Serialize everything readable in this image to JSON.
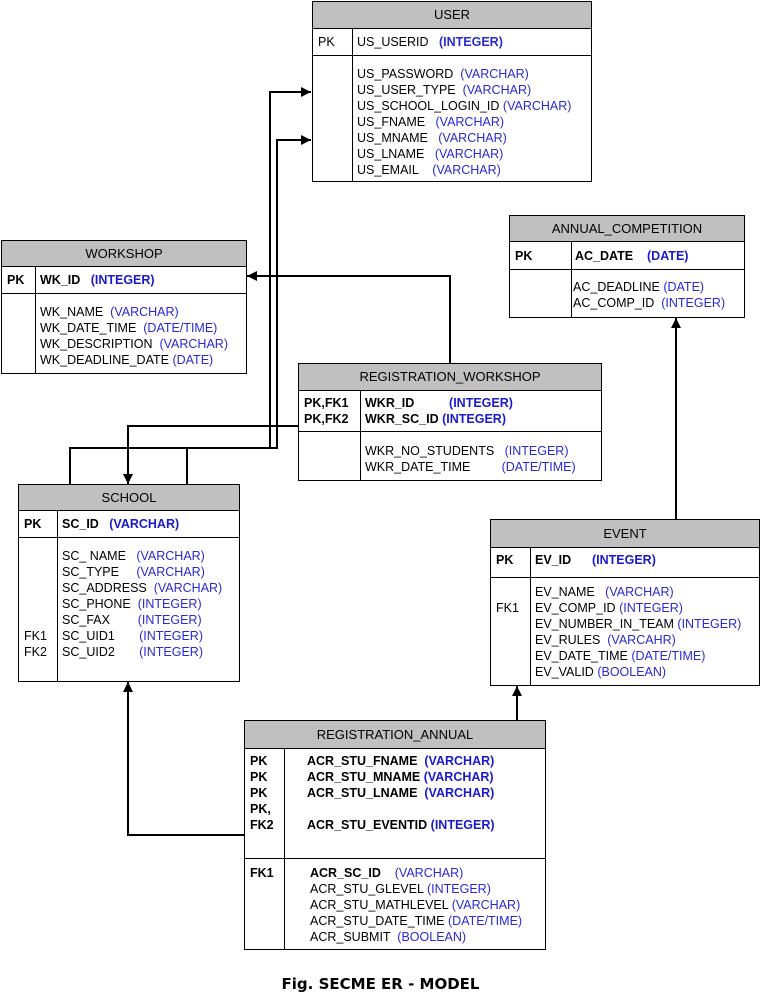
{
  "caption": "Fig. SECME ER - MODEL",
  "entities": [
    {
      "id": "user",
      "title": "USER",
      "pk_section": {
        "keys": [
          "PK"
        ],
        "bold": false,
        "attrs": [
          {
            "name": "US_USERID",
            "pad": "   ",
            "type": "(INTEGER)",
            "bold_type": true
          }
        ]
      },
      "attr_section": {
        "keys": [],
        "attrs": [
          {
            "name": "US_PASSWORD",
            "pad": "  ",
            "type": "(VARCHAR)"
          },
          {
            "name": "US_USER_TYPE",
            "pad": "  ",
            "type": "(VARCHAR)"
          },
          {
            "name": "US_SCHOOL_LOGIN_ID",
            "pad": " ",
            "type": "(VARCHAR)"
          },
          {
            "name": "US_FNAME",
            "pad": "   ",
            "type": "(VARCHAR)"
          },
          {
            "name": "US_MNAME",
            "pad": "   ",
            "type": "(VARCHAR)"
          },
          {
            "name": "US_LNAME",
            "pad": "   ",
            "type": "(VARCHAR)"
          },
          {
            "name": "US_EMAIL",
            "pad": "    ",
            "type": "(VARCHAR)"
          }
        ]
      }
    },
    {
      "id": "workshop",
      "title": "WORKSHOP",
      "pk_section": {
        "keys": [
          "PK"
        ],
        "bold": true,
        "attrs": [
          {
            "name": "WK_ID",
            "pad": "   ",
            "type": "(INTEGER)"
          }
        ]
      },
      "attr_section": {
        "keys": [],
        "attrs": [
          {
            "name": "WK_NAME",
            "pad": "  ",
            "type": "(VARCHAR)"
          },
          {
            "name": "WK_DATE_TIME",
            "pad": "  ",
            "type": "(DATE/TIME)"
          },
          {
            "name": "WK_DESCRIPTION",
            "pad": "  ",
            "type": "(VARCHAR)"
          },
          {
            "name": "WK_DEADLINE_DATE",
            "pad": " ",
            "type": "(DATE)"
          }
        ]
      }
    },
    {
      "id": "annual_competition",
      "title": "ANNUAL_COMPETITION",
      "pk_section": {
        "keys": [
          "PK"
        ],
        "bold": true,
        "attrs": [
          {
            "name": "AC_DATE",
            "pad": "    ",
            "type": "(DATE)"
          }
        ]
      },
      "attr_section": {
        "keys": [],
        "attrs": [
          {
            "name": "AC_DEADLINE",
            "pad": " ",
            "type": "(DATE)"
          },
          {
            "name": "AC_COMP_ID",
            "pad": "  ",
            "type": "(INTEGER)"
          }
        ]
      }
    },
    {
      "id": "registration_workshop",
      "title": "REGISTRATION_WORKSHOP",
      "pk_section": {
        "keys": [
          "PK,FK1",
          "PK,FK2"
        ],
        "bold": true,
        "attrs": [
          {
            "name": "WKR_ID",
            "pad": "          ",
            "type": "(INTEGER)"
          },
          {
            "name": "WKR_SC_ID",
            "pad": " ",
            "type": "(INTEGER)"
          }
        ]
      },
      "attr_section": {
        "keys": [],
        "attrs": [
          {
            "name": "WKR_NO_STUDENTS",
            "pad": "   ",
            "type": "(INTEGER)"
          },
          {
            "name": "WKR_DATE_TIME",
            "pad": "         ",
            "type": "(DATE/TIME)"
          }
        ]
      }
    },
    {
      "id": "school",
      "title": "SCHOOL",
      "pk_section": {
        "keys": [
          "PK"
        ],
        "bold": true,
        "attrs": [
          {
            "name": "SC_ID",
            "pad": "   ",
            "type": "(VARCHAR)"
          }
        ]
      },
      "attr_section": {
        "keys": [
          "",
          "",
          "",
          "",
          "",
          "FK1",
          "FK2"
        ],
        "attrs": [
          {
            "name": "SC_ NAME",
            "pad": "   ",
            "type": "(VARCHAR)"
          },
          {
            "name": "SC_TYPE",
            "pad": "     ",
            "type": "(VARCHAR)"
          },
          {
            "name": "SC_ADDRESS",
            "pad": "  ",
            "type": "(VARCHAR)"
          },
          {
            "name": "SC_PHONE",
            "pad": "  ",
            "type": "(INTEGER)"
          },
          {
            "name": "SC_FAX",
            "pad": "        ",
            "type": "(INTEGER)"
          },
          {
            "name": "SC_UID1",
            "pad": "       ",
            "type": "(INTEGER)"
          },
          {
            "name": "SC_UID2",
            "pad": "       ",
            "type": "(INTEGER)"
          }
        ]
      }
    },
    {
      "id": "event",
      "title": "EVENT",
      "pk_section": {
        "keys": [
          "PK"
        ],
        "bold": true,
        "attrs": [
          {
            "name": "EV_ID",
            "pad": "      ",
            "type": "(INTEGER)"
          }
        ]
      },
      "attr_section": {
        "keys": [
          "",
          "FK1"
        ],
        "attrs": [
          {
            "name": "EV_NAME",
            "pad": "   ",
            "type": "(VARCHAR)"
          },
          {
            "name": "EV_COMP_ID",
            "pad": " ",
            "type": "(INTEGER)"
          },
          {
            "name": "EV_NUMBER_IN_TEAM",
            "pad": " ",
            "type": "(INTEGER)"
          },
          {
            "name": "EV_RULES",
            "pad": "  ",
            "type": "(VARCAHR)"
          },
          {
            "name": "EV_DATE_TIME",
            "pad": " ",
            "type": "(DATE/TIME)"
          },
          {
            "name": "EV_VALID",
            "pad": " ",
            "type": "(BOOLEAN)"
          }
        ]
      }
    },
    {
      "id": "registration_annual",
      "title": "REGISTRATION_ANNUAL",
      "pk_section": {
        "keys": [
          "PK",
          "PK",
          "PK",
          "PK,",
          "FK2"
        ],
        "bold": true,
        "attrs": [
          {
            "name": "ACR_STU_FNAME",
            "pad": "  ",
            "type": "(VARCHAR)"
          },
          {
            "name": "ACR_STU_MNAME",
            "pad": " ",
            "type": "(VARCHAR)"
          },
          {
            "name": "ACR_STU_LNAME",
            "pad": "  ",
            "type": "(VARCHAR)"
          },
          {
            "name": "",
            "pad": "",
            "type": ""
          },
          {
            "name": "ACR_STU_EVENTID",
            "pad": " ",
            "type": "(INTEGER)"
          }
        ]
      },
      "attr_section": {
        "keys": [
          "FK1"
        ],
        "keys_bold": true,
        "attrs": [
          {
            "name": "ACR_SC_ID",
            "pad": "    ",
            "type": "(VARCHAR)",
            "bold_name": true
          },
          {
            "name": "ACR_STU_GLEVEL",
            "pad": " ",
            "type": "(INTEGER)"
          },
          {
            "name": "ACR_STU_MATHLEVEL",
            "pad": " ",
            "type": "(VARCHAR)"
          },
          {
            "name": "ACR_STU_DATE_TIME",
            "pad": " ",
            "type": "(DATE/TIME)"
          },
          {
            "name": "ACR_SUBMIT",
            "pad": "  ",
            "type": "(BOOLEAN)"
          }
        ]
      }
    }
  ]
}
